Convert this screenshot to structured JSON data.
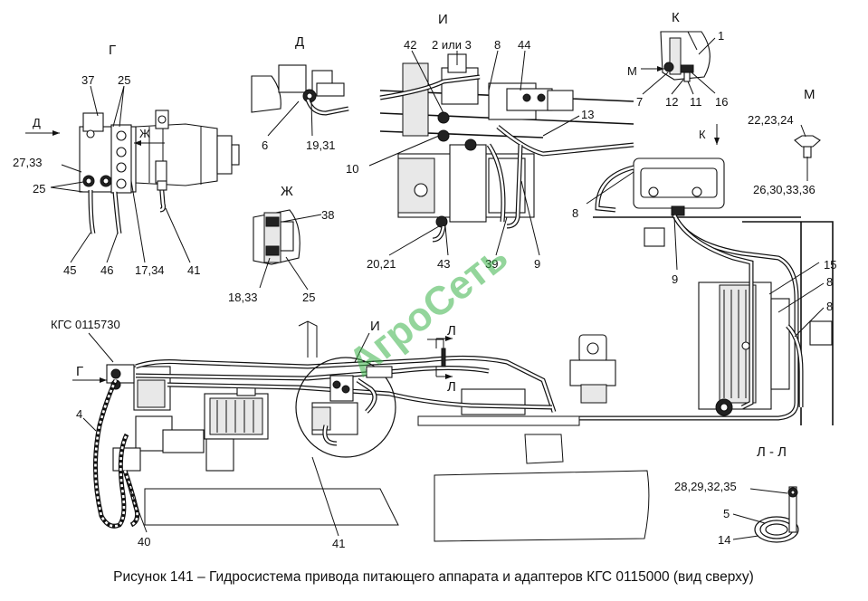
{
  "caption": "Рисунок 141 – Гидросистема привода питающего аппарата и адаптеров КГС 0115000 (вид сверху)",
  "watermark": "АгроСеть",
  "views": {
    "G": "Г",
    "D": "Д",
    "Zh": "Ж",
    "I": "И",
    "K": "К",
    "M": "М",
    "LL": "Л - Л"
  },
  "markers": {
    "D_arrow": "Д",
    "Zh_arrow": "Ж",
    "G_arrow": "Г",
    "I_circle": "И",
    "L_top": "Л",
    "L_bottom": "Л",
    "K_arrow": "К",
    "M_arrow": "М"
  },
  "callouts": {
    "view_g": [
      "37",
      "25",
      "27,33",
      "25",
      "45",
      "46",
      "17,34",
      "41"
    ],
    "view_d": [
      "6",
      "19,31"
    ],
    "view_zh": [
      "38",
      "18,33",
      "25"
    ],
    "view_i": [
      "42",
      "2 или 3",
      "8",
      "44",
      "13",
      "10",
      "20,21",
      "43",
      "39",
      "9"
    ],
    "view_k": [
      "1",
      "7",
      "12",
      "11",
      "16"
    ],
    "view_m": [
      "22,23,24",
      "26,30,33,36"
    ],
    "main": [
      "КГС 0115730",
      "4",
      "40",
      "41",
      "8",
      "9",
      "15",
      "8",
      "8"
    ],
    "view_ll": [
      "28,29,32,35",
      "5",
      "14"
    ]
  }
}
